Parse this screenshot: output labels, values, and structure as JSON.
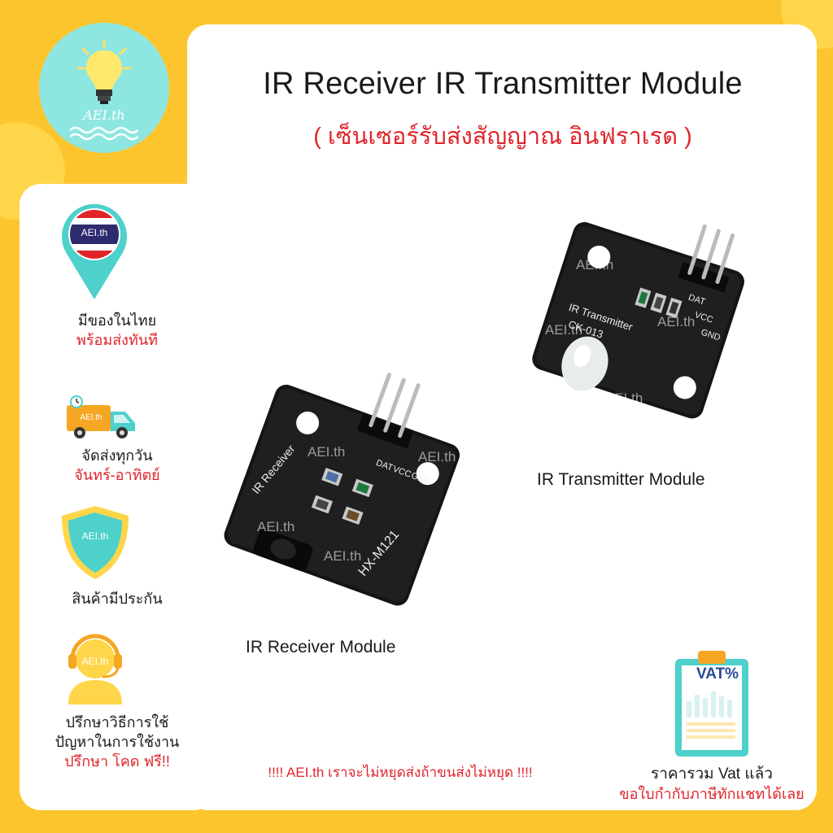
{
  "brand": {
    "logo_text": "AEI.th"
  },
  "header": {
    "title": "IR Receiver IR Transmitter Module",
    "subtitle": "( เซ็นเซอร์รับส่งสัญญาณ อินฟราเรด  )"
  },
  "features": [
    {
      "icon": "map-pin-thai-flag-icon",
      "badge": "AEI.th",
      "line1": "มีของในไทย",
      "line2": "พร้อมส่งทันที"
    },
    {
      "icon": "delivery-truck-icon",
      "badge": "AEI.th",
      "line1": "จัดส่งทุกวัน",
      "line2": "จันทร์-อาทิตย์"
    },
    {
      "icon": "shield-icon",
      "badge": "AEI.th",
      "line1": "สินค้ามีประกัน",
      "line2": ""
    },
    {
      "icon": "headset-support-icon",
      "badge": "AEI.th",
      "line1": "ปรึกษาวิธีการใช้",
      "line1b": "ปัญหาในการใช้งาน",
      "line2": "ปรึกษา โคด ฟรี!!"
    }
  ],
  "products": {
    "transmitter": {
      "caption": "IR Transmitter Module",
      "silkscreen": [
        "IR Transmitter",
        "CK-013",
        "DAT",
        "VCC",
        "GND"
      ],
      "watermarks": [
        "AEI.th",
        "AEI.th",
        "AEI.th",
        "AEI.th"
      ]
    },
    "receiver": {
      "caption": "IR Receiver Module",
      "silkscreen": [
        "IR Receiver",
        "HX-M121",
        "DAT",
        "VCC",
        "GND"
      ],
      "watermarks": [
        "AEI.th",
        "AEI.th",
        "AEI.th",
        "AEI.th"
      ]
    }
  },
  "footer": {
    "text": "!!!!  AEI.th เราจะไม่หยุดส่งถ้าขนส่งไม่หยุด  !!!!"
  },
  "vat": {
    "badge": "VAT%",
    "line1": "ราคารวม Vat แล้ว",
    "line2": "ขอใบกำกับภาษีทักแชทได้เลย"
  },
  "colors": {
    "background": "#fcc52e",
    "panel": "#ffffff",
    "accent_red": "#e0242a",
    "logo_teal": "#8ee6e1",
    "pcb": "#141414"
  }
}
